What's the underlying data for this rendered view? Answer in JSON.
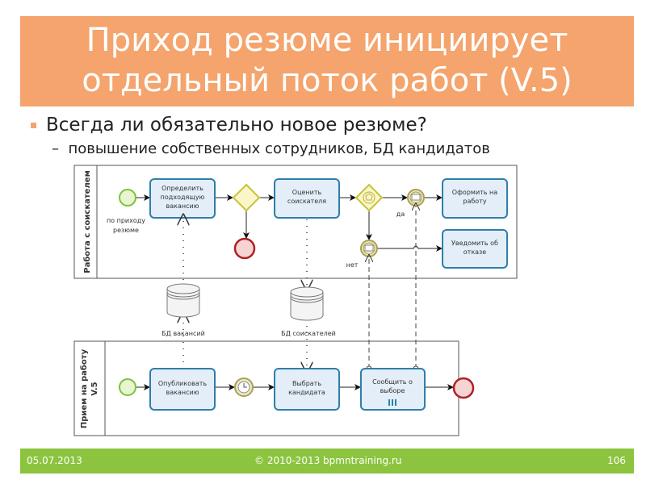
{
  "title": {
    "line1": "Приход резюме инициирует",
    "line2": "отдельный поток работ (V.5)"
  },
  "bullets": {
    "main": "Всегда ли обязательно новое резюме?",
    "sub": "повышение собственных сотрудников, БД кандидатов"
  },
  "diagram": {
    "pool1": {
      "label": "Работа с соискателем",
      "start_label": [
        "по приходу",
        "резюме"
      ],
      "task1": [
        "Определить",
        "подходящую",
        "вакансию"
      ],
      "task2": [
        "Оценить",
        "соискателя"
      ],
      "task3": [
        "Оформить на",
        "работу"
      ],
      "task4": [
        "Уведомить об",
        "отказе"
      ],
      "yes": "да",
      "no": "нет"
    },
    "db1": "БД вакансий",
    "db2": "БД соискателей",
    "pool2": {
      "label": [
        "Прием на работу",
        "V.5"
      ],
      "task5": [
        "Опубликовать",
        "вакансию"
      ],
      "task6": [
        "Выбрать",
        "кандидата"
      ],
      "task7": [
        "Сообщить о",
        "выборе"
      ]
    }
  },
  "footer": {
    "date": "05.07.2013",
    "copyright": "© 2010-2013 bpmntraining.ru",
    "page": "106"
  },
  "colors": {
    "title_bg": "#f4a46c",
    "footer_bg": "#8cc43f",
    "task_stroke": "#2f7eaa"
  }
}
